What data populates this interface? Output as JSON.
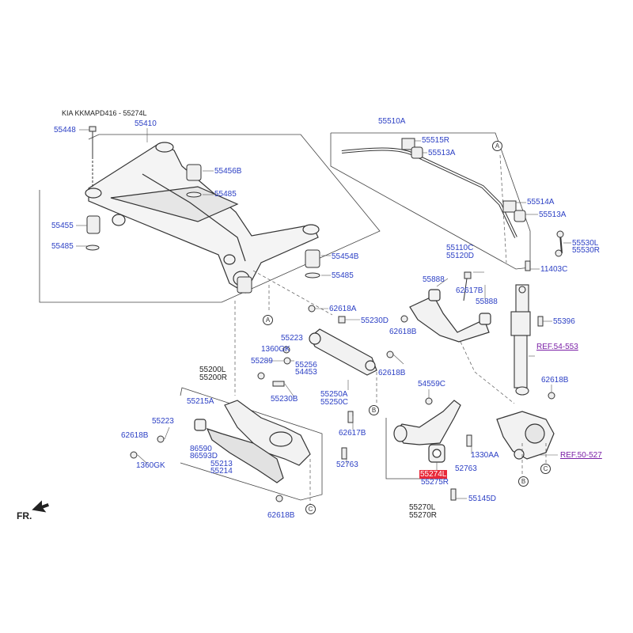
{
  "header": {
    "title": "KIA KKMAPD416 - 55274L"
  },
  "fr_label": "FR.",
  "callouts": [
    "A",
    "B",
    "C"
  ],
  "parts": {
    "p55448": "55448",
    "p55410": "55410",
    "p55456B": "55456B",
    "p55485a": "55485",
    "p55455": "55455",
    "p55485b": "55485",
    "p55454B": "55454B",
    "p55485c": "55485",
    "p62618A": "62618A",
    "p55230D": "55230D",
    "p55510A": "55510A",
    "p55515R": "55515R",
    "p55513Aa": "55513A",
    "p55514A": "55514A",
    "p55513Ab": "55513A",
    "p55530L": "55530L",
    "p55530R": "55530R",
    "p11403C": "11403C",
    "p55110C": "55110C",
    "p55120D": "55120D",
    "p55888a": "55888",
    "p62617Ba": "62617B",
    "p55888b": "55888",
    "p62618Ba": "62618B",
    "p55396": "55396",
    "p55223a": "55223",
    "p1360GKa": "1360GK",
    "p55289": "55289",
    "p55256": "55256",
    "p54453": "54453",
    "p62618Bb": "62618B",
    "p55200L": "55200L",
    "p55200R": "55200R",
    "p55230B": "55230B",
    "p55250A": "55250A",
    "p55250C": "55250C",
    "p55215A": "55215A",
    "p55223b": "55223",
    "p62618Bc": "62618B",
    "p1360GKb": "1360GK",
    "p86590": "86590",
    "p86593D": "86593D",
    "p55213": "55213",
    "p55214": "55214",
    "p62617Bb": "62617B",
    "p52763a": "52763",
    "p62618Bd": "62618B",
    "p54559C": "54559C",
    "p55274L": "55274L",
    "p55275R": "55275R",
    "p55270L": "55270L",
    "p55270R": "55270R",
    "p1330AA": "1330AA",
    "p52763b": "52763",
    "p55145D": "55145D",
    "p62618Be": "62618B"
  },
  "refs": {
    "r1": "REF.54-553",
    "r2": "REF.50-527"
  }
}
